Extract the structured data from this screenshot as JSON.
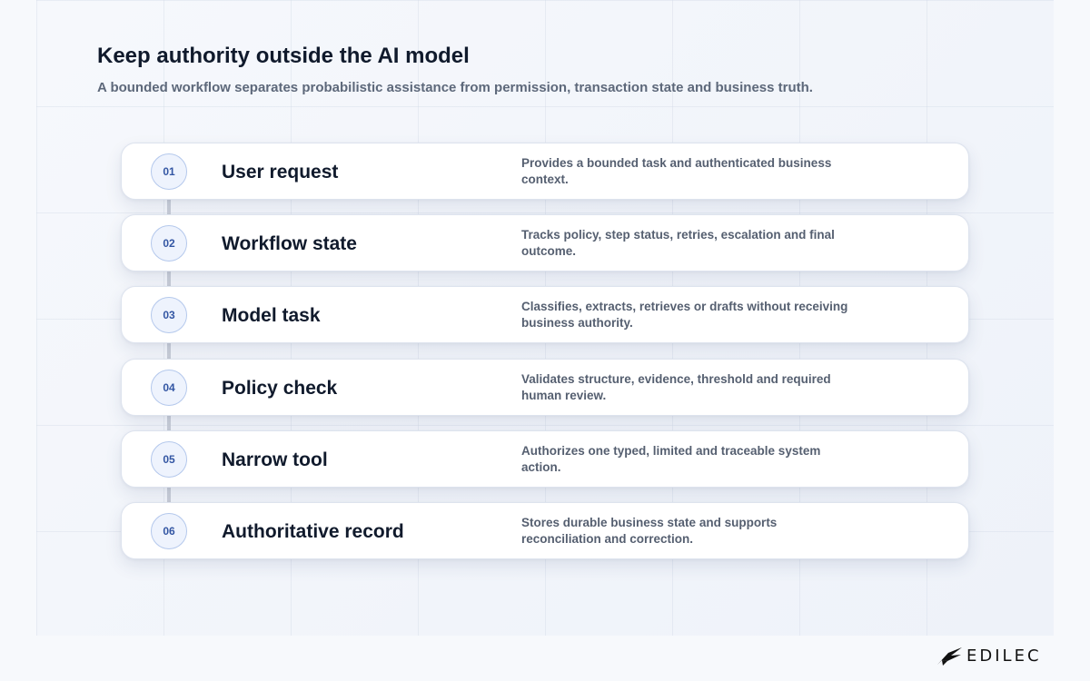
{
  "page": {
    "title": "Keep authority outside the AI model",
    "subtitle": "A bounded workflow separates probabilistic assistance from permission, transaction state and business truth."
  },
  "steps": [
    {
      "number": "01",
      "title": "User request",
      "description": "Provides a bounded task and authenticated business context."
    },
    {
      "number": "02",
      "title": "Workflow state",
      "description": "Tracks policy, step status, retries, escalation and final outcome."
    },
    {
      "number": "03",
      "title": "Model task",
      "description": "Classifies, extracts, retrieves or drafts without receiving business authority."
    },
    {
      "number": "04",
      "title": "Policy check",
      "description": "Validates structure, evidence, threshold and required human review."
    },
    {
      "number": "05",
      "title": "Narrow tool",
      "description": "Authorizes one typed, limited and traceable system action."
    },
    {
      "number": "06",
      "title": "Authoritative record",
      "description": "Stores durable business state and supports reconciliation and correction."
    }
  ],
  "brand": {
    "name": "EDILEC",
    "logo_icon": "edilec-bird-logo-icon"
  },
  "colors": {
    "accent": "#3356a3",
    "title_text": "#101a2c",
    "muted_text": "#5d687a"
  }
}
